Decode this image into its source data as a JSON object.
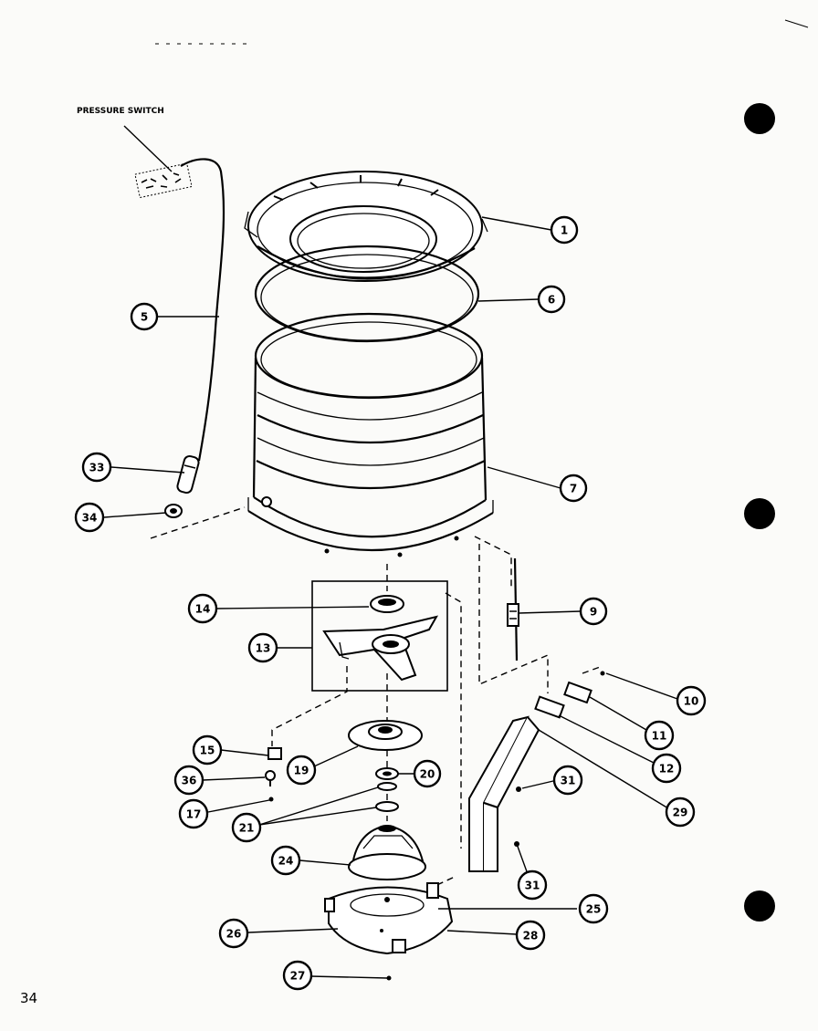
{
  "labels": {
    "pressure_switch": "PRESSURE SWITCH",
    "page_number": "34"
  },
  "callouts": [
    "1",
    "6",
    "5",
    "7",
    "33",
    "34",
    "14",
    "9",
    "13",
    "10",
    "11",
    "12",
    "15",
    "19",
    "20",
    "36",
    "31",
    "29",
    "17",
    "21",
    "24",
    "31",
    "25",
    "26",
    "28",
    "27"
  ]
}
